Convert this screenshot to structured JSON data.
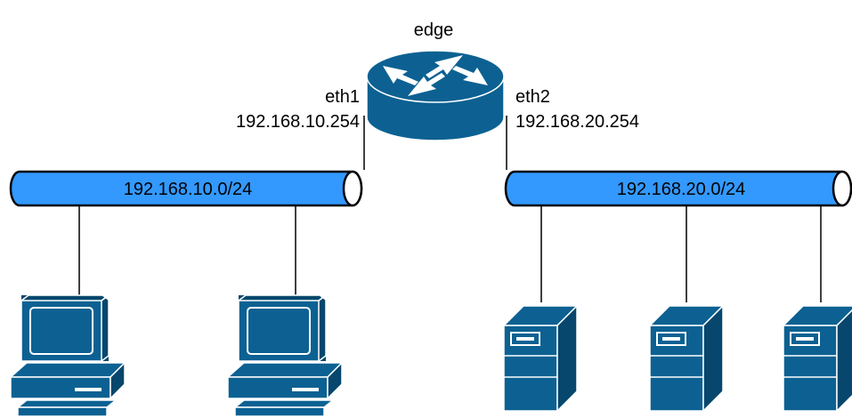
{
  "router": {
    "label": "edge",
    "interfaces": [
      {
        "name": "eth1",
        "ip": "192.168.10.254"
      },
      {
        "name": "eth2",
        "ip": "192.168.20.254"
      }
    ]
  },
  "networks": [
    {
      "label": "192.168.10.0/24",
      "hosts": [
        "workstation",
        "workstation"
      ]
    },
    {
      "label": "192.168.20.0/24",
      "hosts": [
        "server",
        "server",
        "server"
      ]
    }
  ],
  "colors": {
    "device": "#0c6192",
    "device_dark": "#07476d",
    "pipe": "#3399ff",
    "pipe_stroke": "#000000",
    "line": "#000000"
  },
  "icons": {
    "router": "router-icon",
    "workstation": "workstation-icon",
    "server": "server-icon"
  }
}
